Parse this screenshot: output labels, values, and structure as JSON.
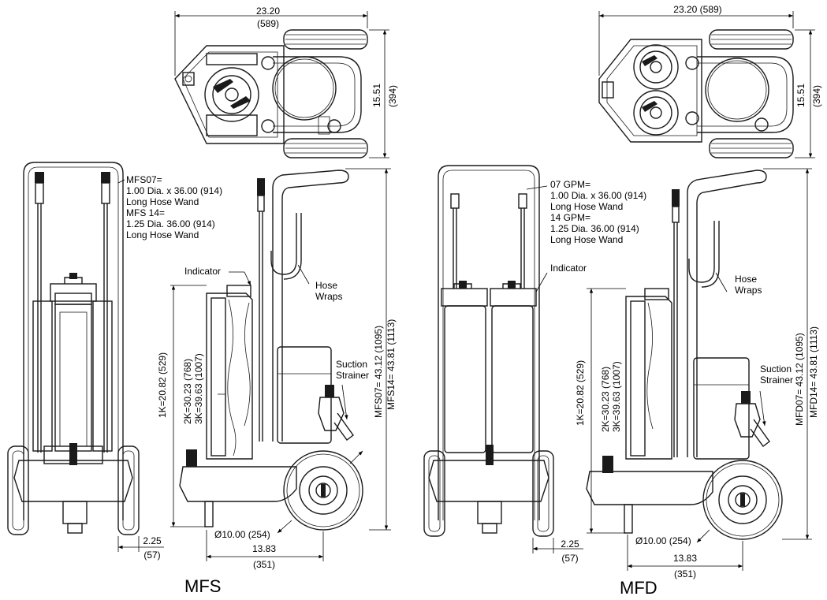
{
  "mfs": {
    "title": "MFS",
    "top_width": "23.20",
    "top_width_mm": "(589)",
    "top_depth": "15.51",
    "top_depth_mm": "(394)",
    "wand_note": [
      "MFS07=",
      "1.00 Dia. x 36.00 (914)",
      "Long Hose Wand",
      "MFS 14=",
      "1.25 Dia. 36.00 (914)",
      "Long Hose Wand"
    ],
    "indicator": "Indicator",
    "hose_wraps": [
      "Hose",
      "Wraps"
    ],
    "suction_strainer": [
      "Suction",
      "Strainer"
    ],
    "height_1": "1K=20.82 (529)",
    "height_2": "2K=30.23 (768)",
    "height_3": "3K=39.63 (1007)",
    "overall_height": "MFS07= 43.12 (1095)",
    "overall_height_2": "MFS14= 43.81 (1113)",
    "offset": "2.25",
    "offset_mm": "(57)",
    "wheel_dia": "Ø10.00 (254)",
    "wheelbase": "13.83",
    "wheelbase_mm": "(351)"
  },
  "mfd": {
    "title": "MFD",
    "top_width": "23.20 (589)",
    "top_depth": "15.51",
    "top_depth_mm": "(394)",
    "wand_note": [
      "07 GPM=",
      "1.00 Dia. x 36.00 (914)",
      "Long Hose Wand",
      "14 GPM=",
      "1.25 Dia. 36.00 (914)",
      "Long Hose Wand"
    ],
    "indicator": "Indicator",
    "hose_wraps": [
      "Hose",
      "Wraps"
    ],
    "suction_strainer": [
      "Suction",
      "Strainer"
    ],
    "height_1": "1K=20.82 (529)",
    "height_2": "2K=30.23 (768)",
    "height_3": "3K=39.63 (1007)",
    "overall_height": "MFD07= 43.12 (1095)",
    "overall_height_2": "MFD14= 43.81 (1113)",
    "offset": "2.25",
    "offset_mm": "(57)",
    "wheel_dia": "Ø10.00 (254)",
    "wheelbase": "13.83",
    "wheelbase_mm": "(351)"
  }
}
